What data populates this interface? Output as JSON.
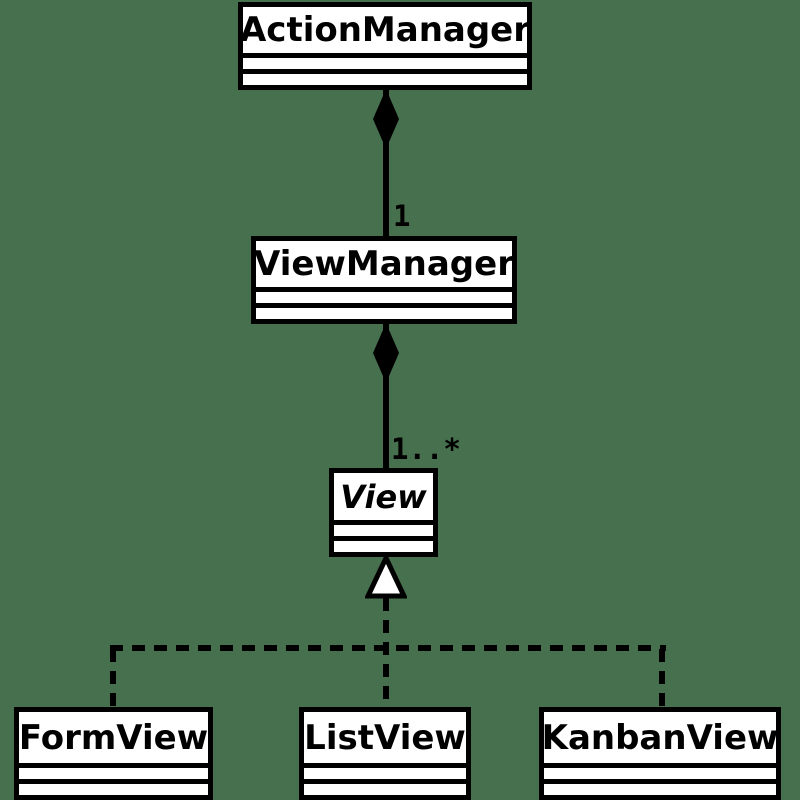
{
  "diagram": {
    "type": "uml-class-diagram",
    "background_color": "#47704E",
    "node_fill_color": "#ffffff",
    "line_color": "#000000",
    "classes": [
      {
        "name": "ActionManager",
        "abstract": false
      },
      {
        "name": "ViewManager",
        "abstract": false
      },
      {
        "name": "View",
        "abstract": true
      },
      {
        "name": "FormView",
        "abstract": false
      },
      {
        "name": "ListView",
        "abstract": false
      },
      {
        "name": "KanbanView",
        "abstract": false
      }
    ],
    "relations": [
      {
        "type": "composition",
        "from": "ActionManager",
        "to": "ViewManager",
        "multiplicity": "1"
      },
      {
        "type": "composition",
        "from": "ViewManager",
        "to": "View",
        "multiplicity": "1..*"
      },
      {
        "type": "realization",
        "parent": "View",
        "children": [
          "FormView",
          "ListView",
          "KanbanView"
        ]
      }
    ]
  }
}
